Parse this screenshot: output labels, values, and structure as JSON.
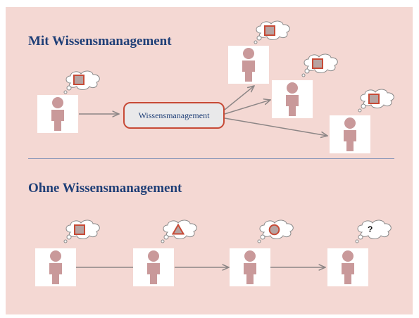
{
  "top_section": {
    "heading": "Mit Wissensmanagement",
    "center_box_label": "Wissensmanagement"
  },
  "bottom_section": {
    "heading": "Ohne Wissensmanagement",
    "question_mark": "?"
  },
  "thought_shapes": {
    "top_source": "square",
    "top_receiver_1": "square",
    "top_receiver_2": "square",
    "top_receiver_3": "square",
    "bottom_1": "square",
    "bottom_2": "triangle",
    "bottom_3": "circle",
    "bottom_4": "question-mark"
  },
  "colors": {
    "background": "#f4d8d3",
    "heading": "#1f3f77",
    "person": "#c9999a",
    "shape_fill": "#b7a3a1",
    "shape_border": "#c74a36",
    "arrow": "#8c8686",
    "divider": "#8796b8"
  }
}
